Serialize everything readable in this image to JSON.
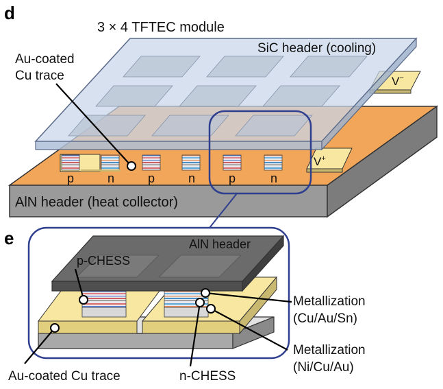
{
  "panels": {
    "d": "d",
    "e": "e"
  },
  "panel_d": {
    "module_title": "3 × 4 TFTEC module",
    "sic_header": "SiC header (cooling)",
    "aln_header": "AlN header (heat collector)",
    "trace_label_line1": "Au-coated",
    "trace_label_line2": "Cu trace",
    "v_minus": "V",
    "v_minus_sup": "−",
    "v_plus": "V",
    "v_plus_sup": "+",
    "legs": [
      "p",
      "n",
      "p",
      "n",
      "p",
      "n"
    ]
  },
  "panel_e": {
    "aln_header": "AlN header",
    "p_chess": "p-CHESS",
    "n_chess": "n-CHESS",
    "trace": "Au-coated Cu trace",
    "metal1_line1": "Metallization",
    "metal1_line2": "(Cu/Au/Sn)",
    "metal2_line1": "Metallization",
    "metal2_line2": "(Ni/Cu/Au)"
  },
  "colors": {
    "orange_substrate": "#f2a65a",
    "gray_side": "#9a9a9a",
    "sic_glass": "#c8d6ea",
    "trace_yellow": "#f7e7a0",
    "callout_blue": "#2f3f8f",
    "aln_top_dark": "#6b6b6b"
  }
}
